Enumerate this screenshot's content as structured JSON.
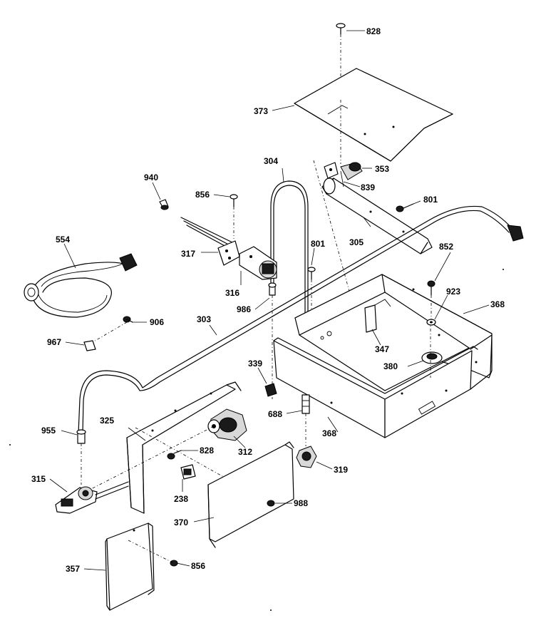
{
  "diagram": {
    "labels": {
      "p828_top": "828",
      "p373": "373",
      "p353": "353",
      "p839": "839",
      "p801_right": "801",
      "p304": "304",
      "p940": "940",
      "p856": "856",
      "p554": "554",
      "p317": "317",
      "p316": "316",
      "p986": "986",
      "p801_mid": "801",
      "p305": "305",
      "p852": "852",
      "p923": "923",
      "p368_top": "368",
      "p906": "906",
      "p967": "967",
      "p303": "303",
      "p347": "347",
      "p380": "380",
      "p339": "339",
      "p688": "688",
      "p368_bottom": "368",
      "p955": "955",
      "p325": "325",
      "p828_mid": "828",
      "p312": "312",
      "p319": "319",
      "p315": "315",
      "p238": "238",
      "p988": "988",
      "p370": "370",
      "p357": "357",
      "p856_bottom": "856"
    }
  }
}
